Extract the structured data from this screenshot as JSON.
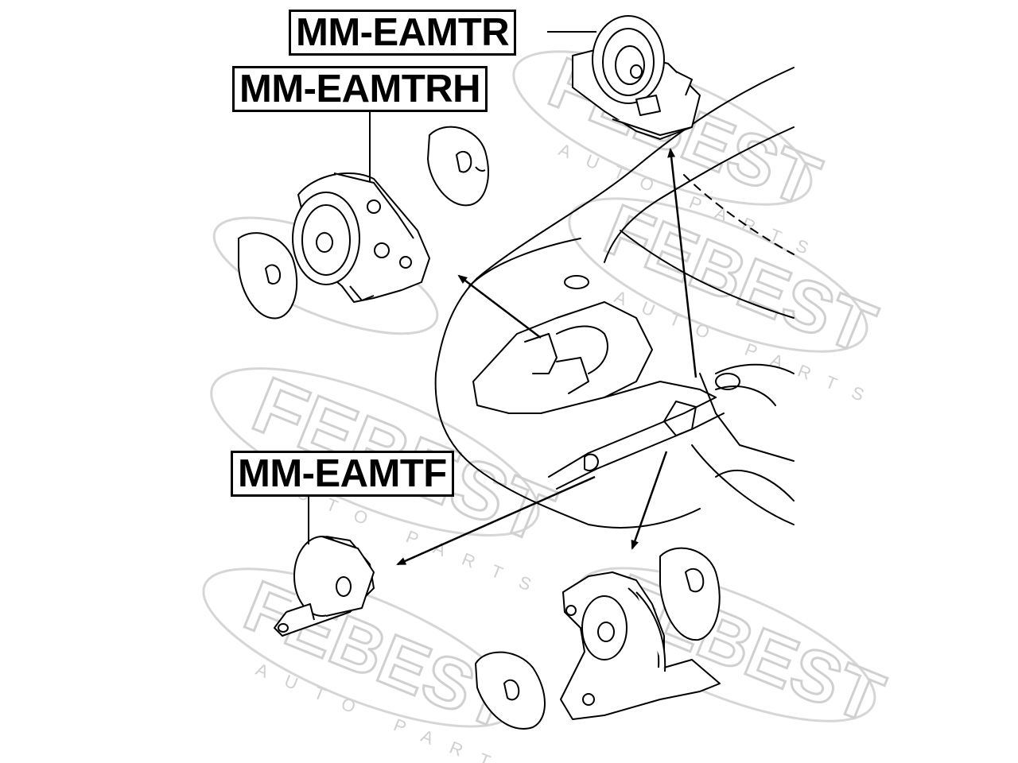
{
  "labels": {
    "eamtr": "MM-EAMTR",
    "eamtrh": "MM-EAMTRH",
    "eamtf": "MM-EAMTF"
  },
  "watermark": {
    "brand": "FEBEST",
    "tagline": "AUTO PARTS"
  },
  "colors": {
    "ink": "#000000",
    "watermark": "#d6d6d6",
    "background": "#ffffff"
  }
}
